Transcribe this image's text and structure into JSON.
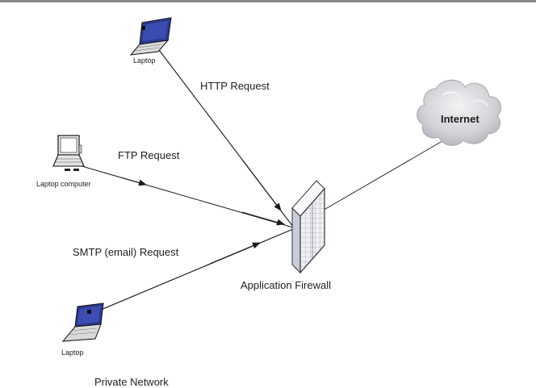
{
  "nodes": {
    "laptop_top": "Laptop",
    "laptop_computer": "Laptop computer",
    "laptop_bottom": "Laptop",
    "internet": "Internet",
    "firewall": "Application Firewall",
    "network": "Private Network"
  },
  "connections": {
    "http": "HTTP Request",
    "ftp": "FTP Request",
    "smtp": "SMTP (email) Request"
  },
  "colors": {
    "laptop_screen": "#2c3a8f",
    "cloud": "#cfcfd3",
    "firewall_face": "#eceef2",
    "line": "#1a1a1a"
  }
}
